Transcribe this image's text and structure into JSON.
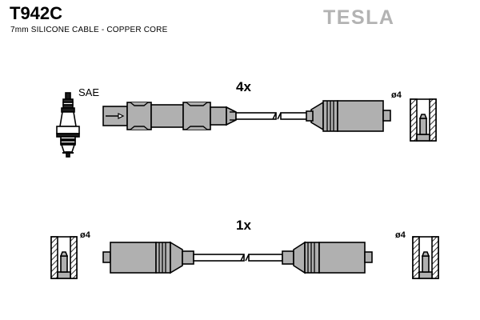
{
  "header": {
    "part_number": "T942C",
    "description": "7mm SILICONE CABLE - COPPER CORE",
    "brand": "TESLA",
    "brand_color": "#b3b3b3"
  },
  "diagram": {
    "background_color": "#ffffff",
    "line_color": "#000000",
    "fill_color": "#b0b0b0",
    "assemblies": [
      {
        "id": "top-cable-assembly",
        "quantity_label": "4x",
        "left_end": "angled-multi-step-plug-connector",
        "right_end": "straight-coil-boot",
        "terminal_diameter_label": "ø4",
        "terminal_diameter_side": "right",
        "cable_break_symbol": true
      },
      {
        "id": "bottom-cable-assembly",
        "quantity_label": "1x",
        "left_end": "straight-coil-boot",
        "right_end": "straight-coil-boot",
        "terminal_diameter_label_left": "ø4",
        "terminal_diameter_label_right": "ø4",
        "cable_break_symbol": true
      }
    ],
    "symbols": [
      {
        "id": "spark-plug-symbol",
        "label": "SAE"
      },
      {
        "id": "terminal-cup-section-top-right",
        "label": "ø4"
      },
      {
        "id": "terminal-cup-section-bottom-left",
        "label": "ø4"
      },
      {
        "id": "terminal-cup-section-bottom-right",
        "label": "ø4"
      }
    ]
  }
}
